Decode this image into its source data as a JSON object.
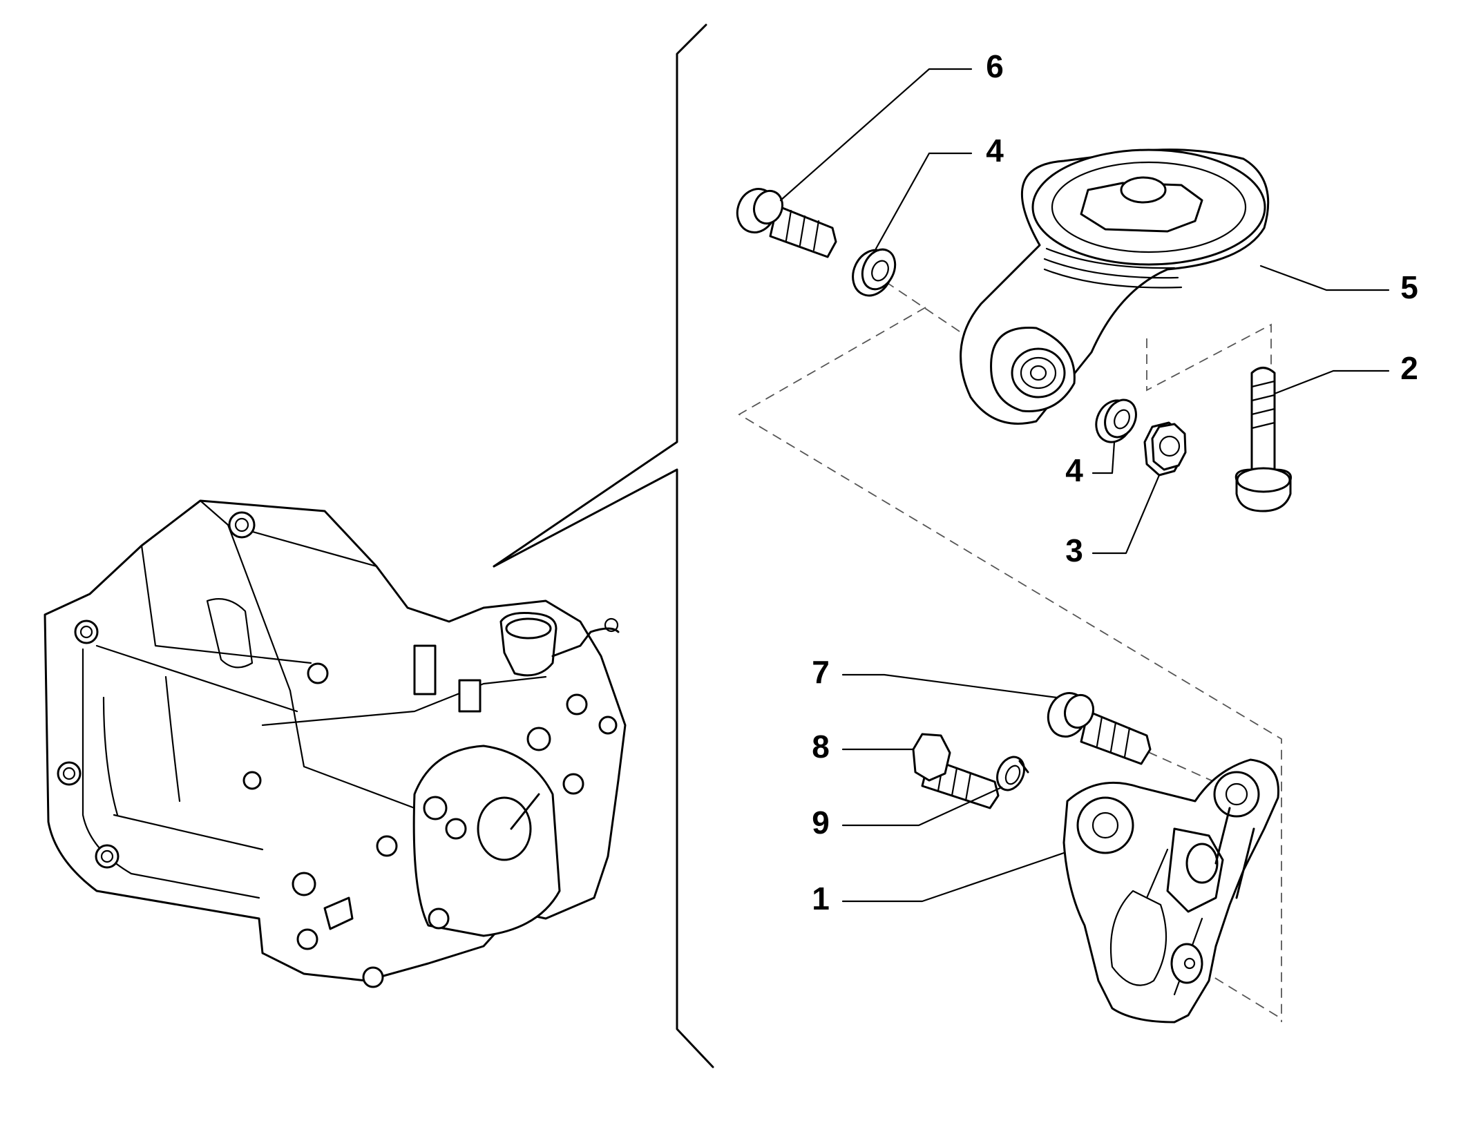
{
  "callouts": [
    {
      "id": "1",
      "label": "1"
    },
    {
      "id": "2",
      "label": "2"
    },
    {
      "id": "3",
      "label": "3"
    },
    {
      "id": "4a",
      "label": "4"
    },
    {
      "id": "4b",
      "label": "4"
    },
    {
      "id": "5",
      "label": "5"
    },
    {
      "id": "6",
      "label": "6"
    },
    {
      "id": "7",
      "label": "7"
    },
    {
      "id": "8",
      "label": "8"
    },
    {
      "id": "9",
      "label": "9"
    }
  ],
  "parts": [
    {
      "callout": "1",
      "icon": "mounting-bracket-icon"
    },
    {
      "callout": "2",
      "icon": "flanged-bolt-icon"
    },
    {
      "callout": "3",
      "icon": "hex-nut-icon"
    },
    {
      "callout": "4",
      "icon": "washer-icon"
    },
    {
      "callout": "5",
      "icon": "rubber-engine-mount-icon"
    },
    {
      "callout": "6",
      "icon": "flanged-bolt-icon"
    },
    {
      "callout": "7",
      "icon": "flanged-bolt-icon"
    },
    {
      "callout": "8",
      "icon": "hex-bolt-icon"
    },
    {
      "callout": "9",
      "icon": "spring-washer-icon"
    }
  ],
  "colors": {
    "line": "#000000",
    "background": "#ffffff",
    "leader_dash": "#555555"
  }
}
